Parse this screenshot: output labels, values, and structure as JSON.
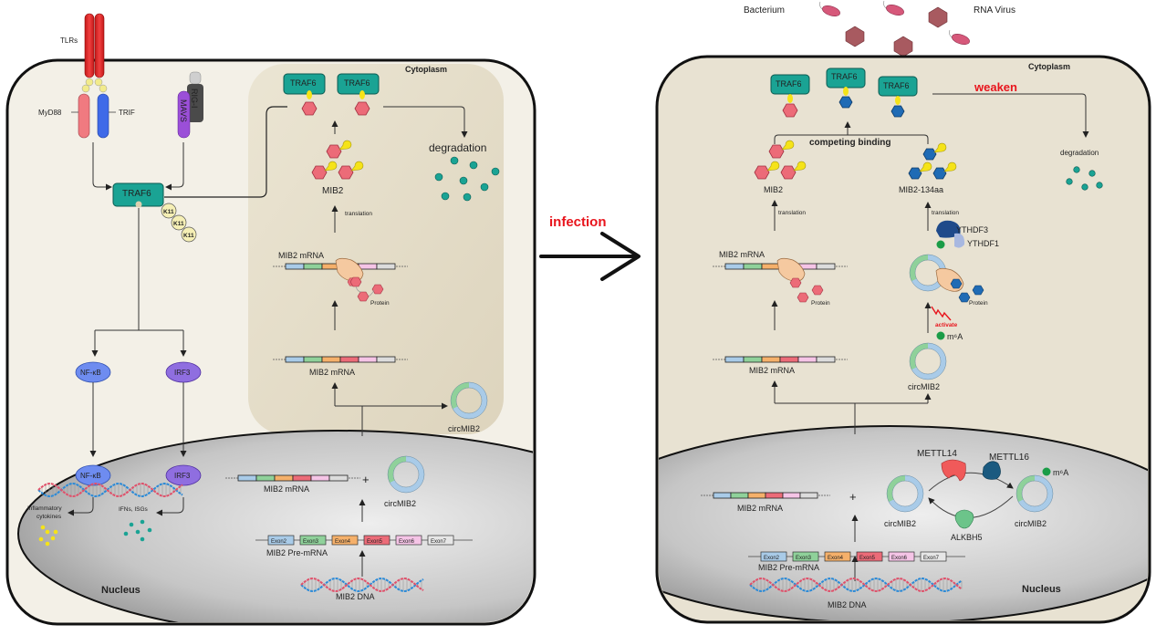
{
  "colors": {
    "cell_fill": "#f3f0e7",
    "cytoplasm_inner": "#e6dfcc",
    "nucleus_fill": "#c9c9c9",
    "traf6": "#1aa394",
    "mib2_hex": "#ec6b78",
    "mib2_134aa_hex": "#1f6bb5",
    "ubiquitin": "#f5e318",
    "nfkb": "#6e8cf0",
    "irf3": "#8f6ee0",
    "accent_red": "#e8141c",
    "circ_green": "#8fd19a",
    "circ_blue": "#a9cbe8",
    "m6a_dot": "#1a9c47"
  },
  "arrow": {
    "label": "infection"
  },
  "left_panel": {
    "receptors": {
      "tlrs": "TLRs",
      "myd88": "MyD88",
      "trif": "TRIF",
      "rigi": "RIG-I",
      "mavs": "MAVS"
    },
    "traf6_main": "TRAF6",
    "k11": [
      "K11",
      "K11",
      "K11"
    ],
    "nfkb": "NF-κB",
    "irf3": "IRF3",
    "nucleus_nfkb": "NF-κB",
    "nucleus_irf3": "IRF3",
    "inflammatory_line1": "Inflammatory",
    "inflammatory_line2": "cytokines",
    "ifns": "IFNs, ISGs",
    "nucleus_label": "Nucleus",
    "cytoplasm_label": "Cytoplasm",
    "traf6_bound": [
      "TRAF6",
      "TRAF6"
    ],
    "degradation": "degradation",
    "mib2": "MIB2",
    "translation": "translation",
    "mrna_top": "MIB2 mRNA",
    "protein": "Protein",
    "mrna_mid": "MIB2 mRNA",
    "circ_cyto": "circMIB2",
    "nuc_mrna": "MIB2 mRNA",
    "plus": "+",
    "nuc_circ": "circMIB2",
    "exons": [
      "Exon2",
      "Exon3",
      "Exon4",
      "Exon5",
      "Exon6",
      "Exon7"
    ],
    "premrna": "MIB2 Pre-mRNA",
    "dna": "MIB2 DNA"
  },
  "right_panel": {
    "bacterium": "Bacterium",
    "rna_virus": "RNA Virus",
    "cytoplasm_label": "Cytoplasm",
    "traf6_bound": [
      "TRAF6",
      "TRAF6",
      "TRAF6"
    ],
    "weaken": "weaken",
    "degradation": "degradation",
    "competing": "competing binding",
    "mib2": "MIB2",
    "mib2_134aa": "MIB2-134aa",
    "translation_left": "translation",
    "translation_right": "translation",
    "ythdf3": "YTHDF3",
    "ythdf1": "YTHDF1",
    "mrna_top": "MIB2 mRNA",
    "protein_left": "Protein",
    "protein_right": "Protein",
    "activate": "activate",
    "m6a": "m⁶A",
    "mrna_mid": "MIB2 mRNA",
    "circ_cyto": "circMIB2",
    "mettl14": "METTL14",
    "mettl16": "METTL16",
    "alkbh5": "ALKBH5",
    "nuc_m6a": "m⁶A",
    "circ_left": "circMIB2",
    "circ_right": "circMIB2",
    "nuc_mrna": "MIB2 mRNA",
    "plus": "+",
    "exons": [
      "Exon2",
      "Exon3",
      "Exon4",
      "Exon5",
      "Exon6",
      "Exon7"
    ],
    "premrna": "MIB2 Pre-mRNA",
    "dna": "MIB2 DNA",
    "nucleus_label": "Nucleus"
  }
}
